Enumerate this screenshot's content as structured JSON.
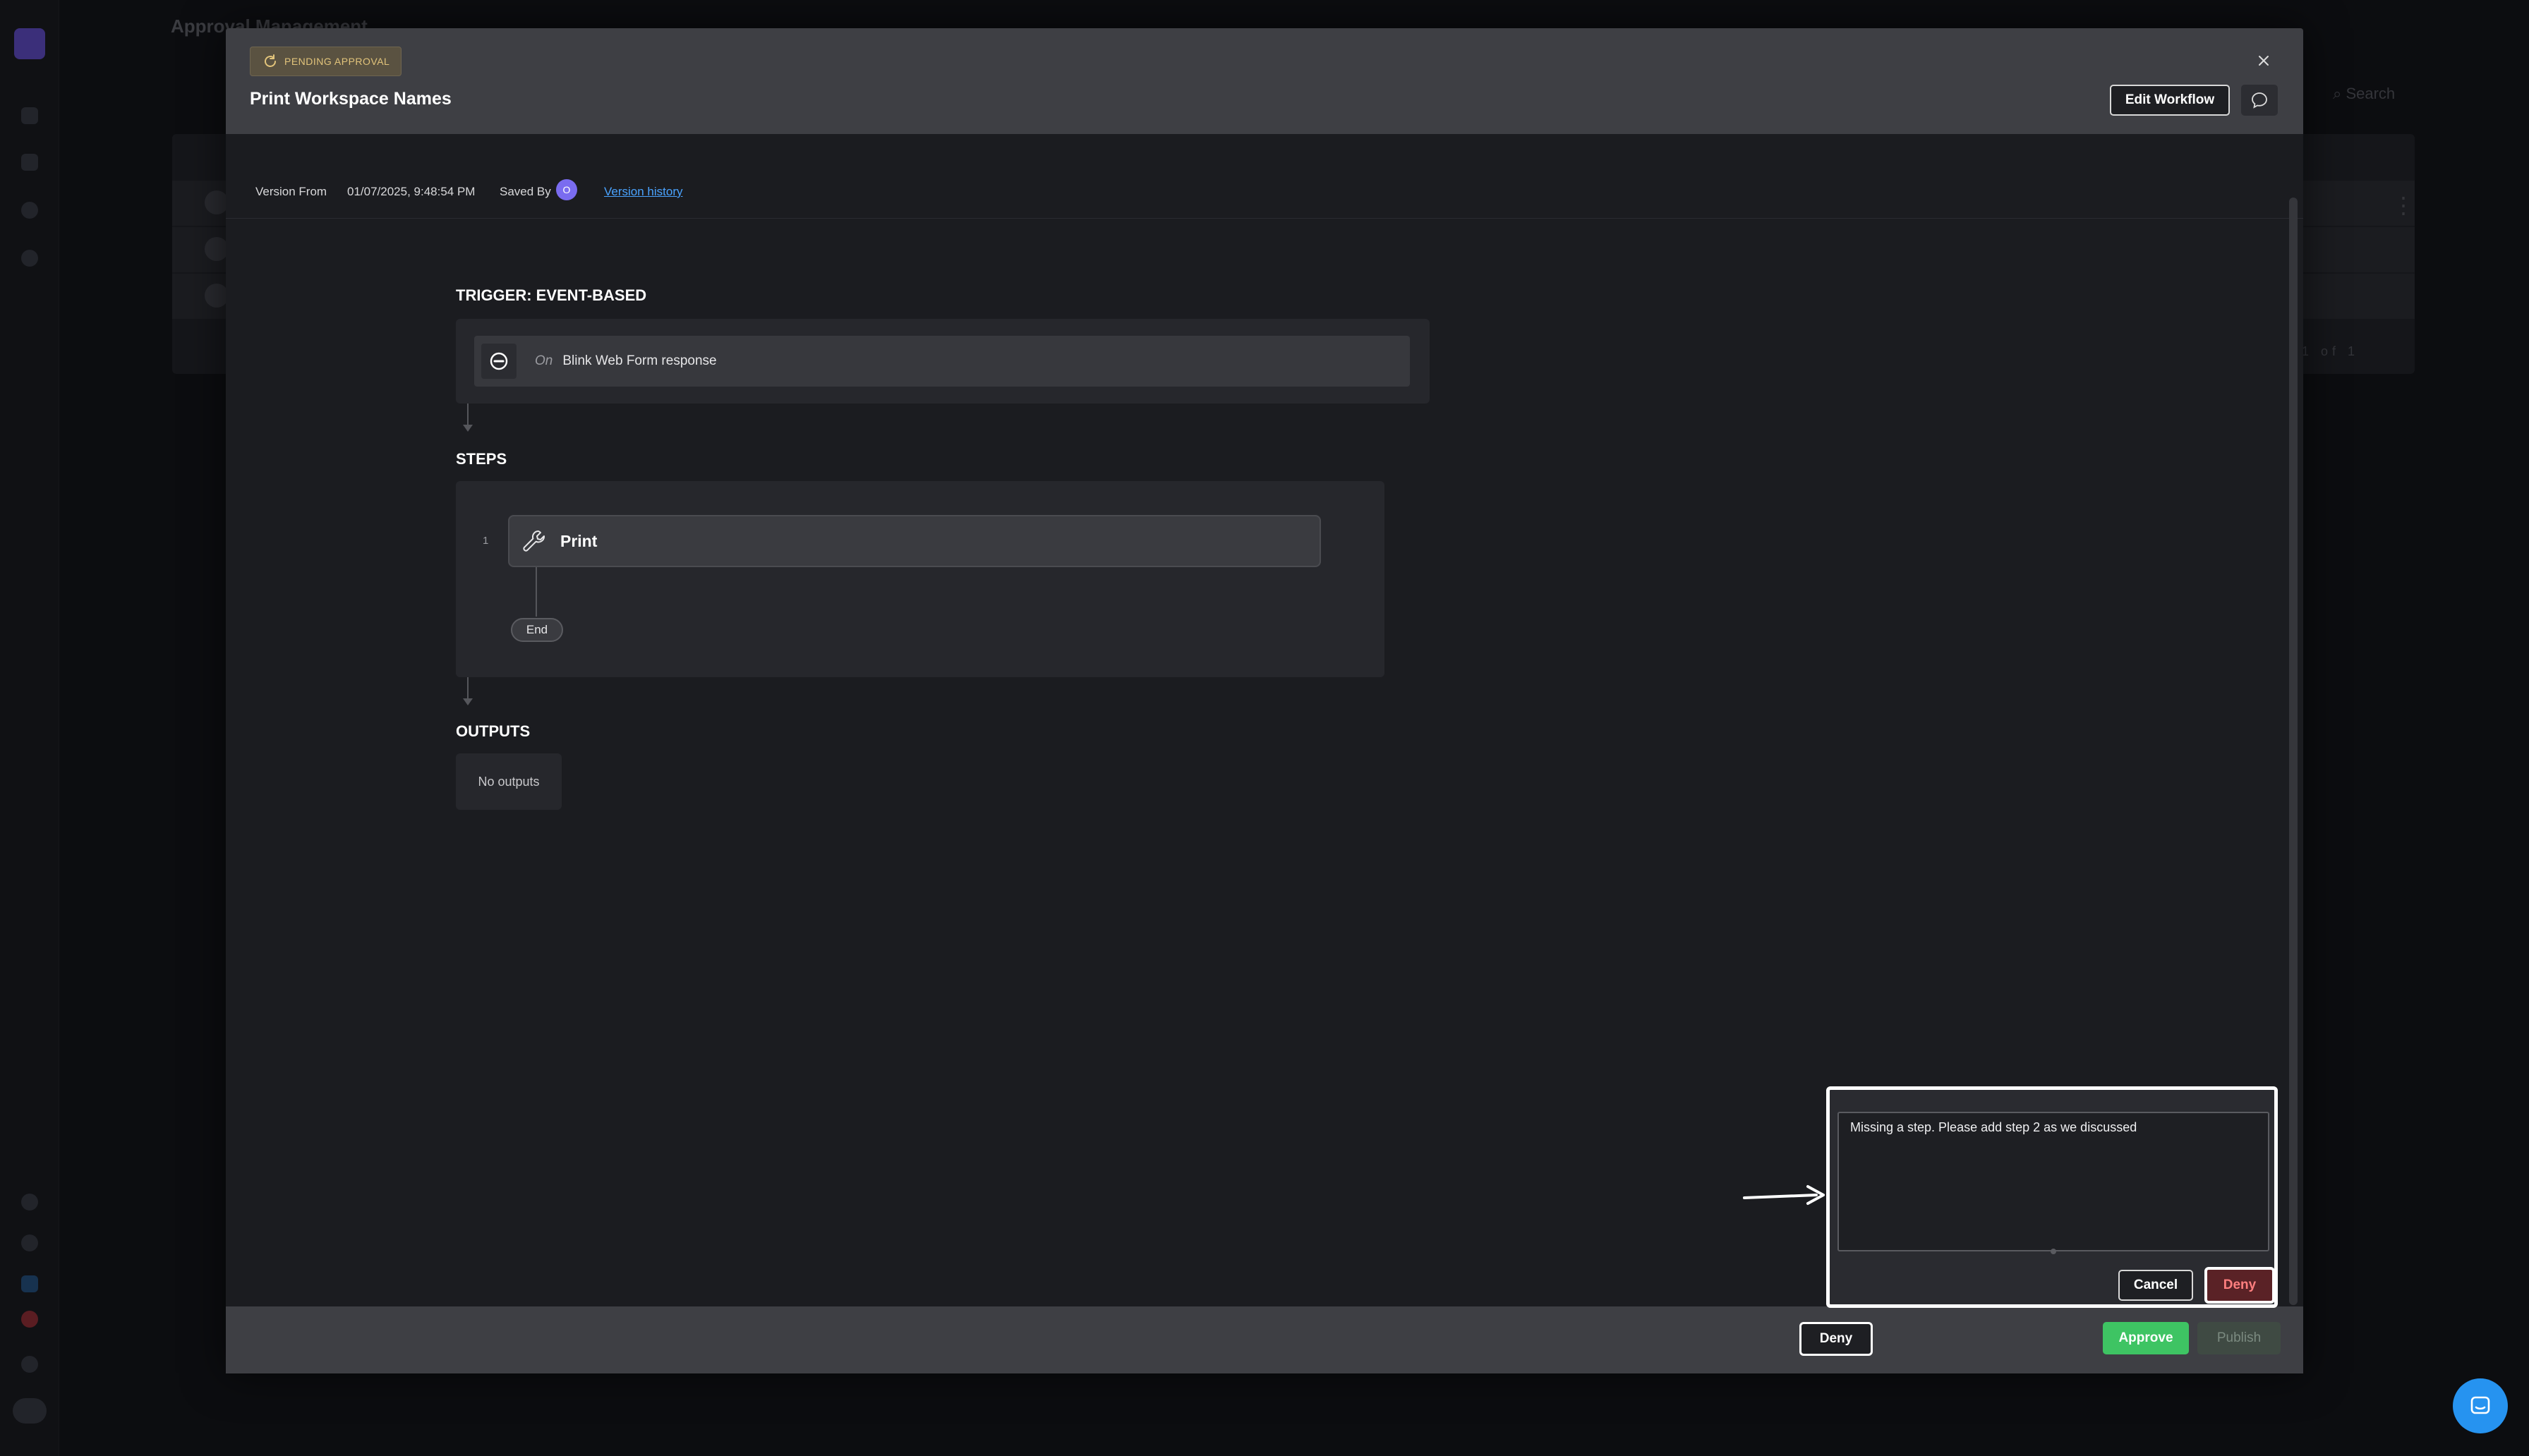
{
  "background": {
    "page_title": "Approval Management",
    "search_placeholder": "Search",
    "pager": "1 of 1"
  },
  "modal": {
    "badge": "PENDING APPROVAL",
    "title": "Print Workspace Names",
    "edit_label": "Edit Workflow",
    "version": {
      "from_label": "Version From",
      "from_value": "01/07/2025, 9:48:54 PM",
      "saved_by_label": "Saved By",
      "saved_by_initial": "O",
      "history_link": "Version history"
    },
    "trigger": {
      "title": "TRIGGER: EVENT-BASED",
      "on": "On",
      "label": "Blink Web Form response"
    },
    "steps": {
      "title": "STEPS",
      "items": [
        {
          "number": "1",
          "label": "Print"
        }
      ],
      "end_label": "End"
    },
    "outputs": {
      "title": "OUTPUTS",
      "empty": "No outputs"
    },
    "footer": {
      "deny": "Deny",
      "approve": "Approve",
      "publish": "Publish"
    },
    "deny_popover": {
      "comment": "Missing a step. Please add step 2 as we discussed",
      "cancel": "Cancel",
      "deny": "Deny"
    }
  },
  "colors": {
    "accent_green": "#3ec463",
    "link_blue": "#4aa3ff",
    "badge_text": "#e2c47b",
    "deny_text": "#ff7f7f",
    "avatar": "#7a6cf0",
    "chat_fab": "#2693f0"
  },
  "icons": [
    "close-icon",
    "comment-icon",
    "webform-icon",
    "wrench-icon",
    "refresh-icon",
    "chat-icon"
  ]
}
